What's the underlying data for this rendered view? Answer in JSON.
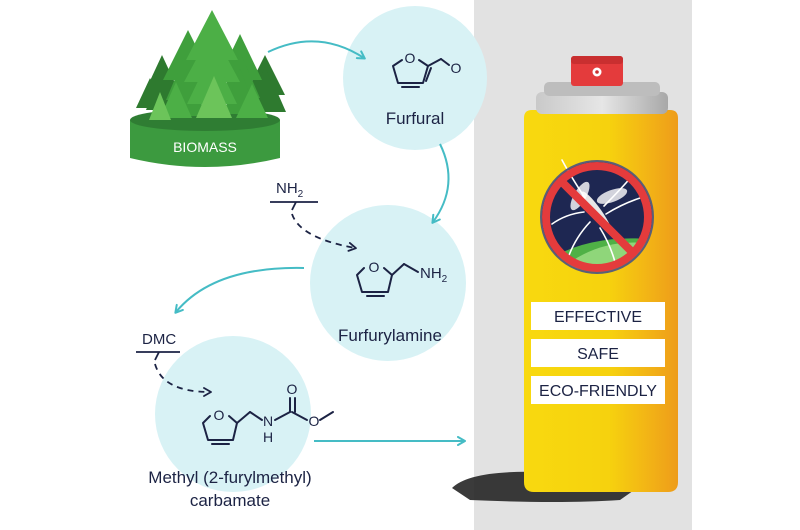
{
  "nodes": {
    "biomass": {
      "label": "BIOMASS"
    },
    "furfural": {
      "label": "Furfural"
    },
    "furfurylamine": {
      "label": "Furfurylamine"
    },
    "carbamate": {
      "label_line1": "Methyl (2-furylmethyl)",
      "label_line2": "carbamate"
    }
  },
  "reagents": {
    "amine": {
      "label": "NH",
      "subscript": "2"
    },
    "dmc": {
      "label": "DMC"
    }
  },
  "molecules": {
    "furfural": {
      "oxygen": "O",
      "carbonyl_oxygen": "O"
    },
    "furfurylamine": {
      "oxygen": "O",
      "amine_label": "NH",
      "amine_subscript": "2"
    },
    "carbamate": {
      "oxygen": "O",
      "nh_n": "N",
      "nh_h": "H",
      "carbonyl_oxygen": "O",
      "ester_oxygen": "O"
    }
  },
  "spray_can": {
    "badges": [
      "EFFECTIVE",
      "SAFE",
      "ECO-FRIENDLY"
    ],
    "icon": "no-mosquito-icon"
  },
  "colors": {
    "circle_fill": "#d8f2f5",
    "arrow": "#45bcc5",
    "text_dark": "#1c2344",
    "can_yellow": "#f6d20e",
    "can_orange": "#f1a518",
    "biomass_green": "#3c9a3f",
    "panel_grey": "#e2e2e2",
    "cap_red": "#e43b3c"
  }
}
